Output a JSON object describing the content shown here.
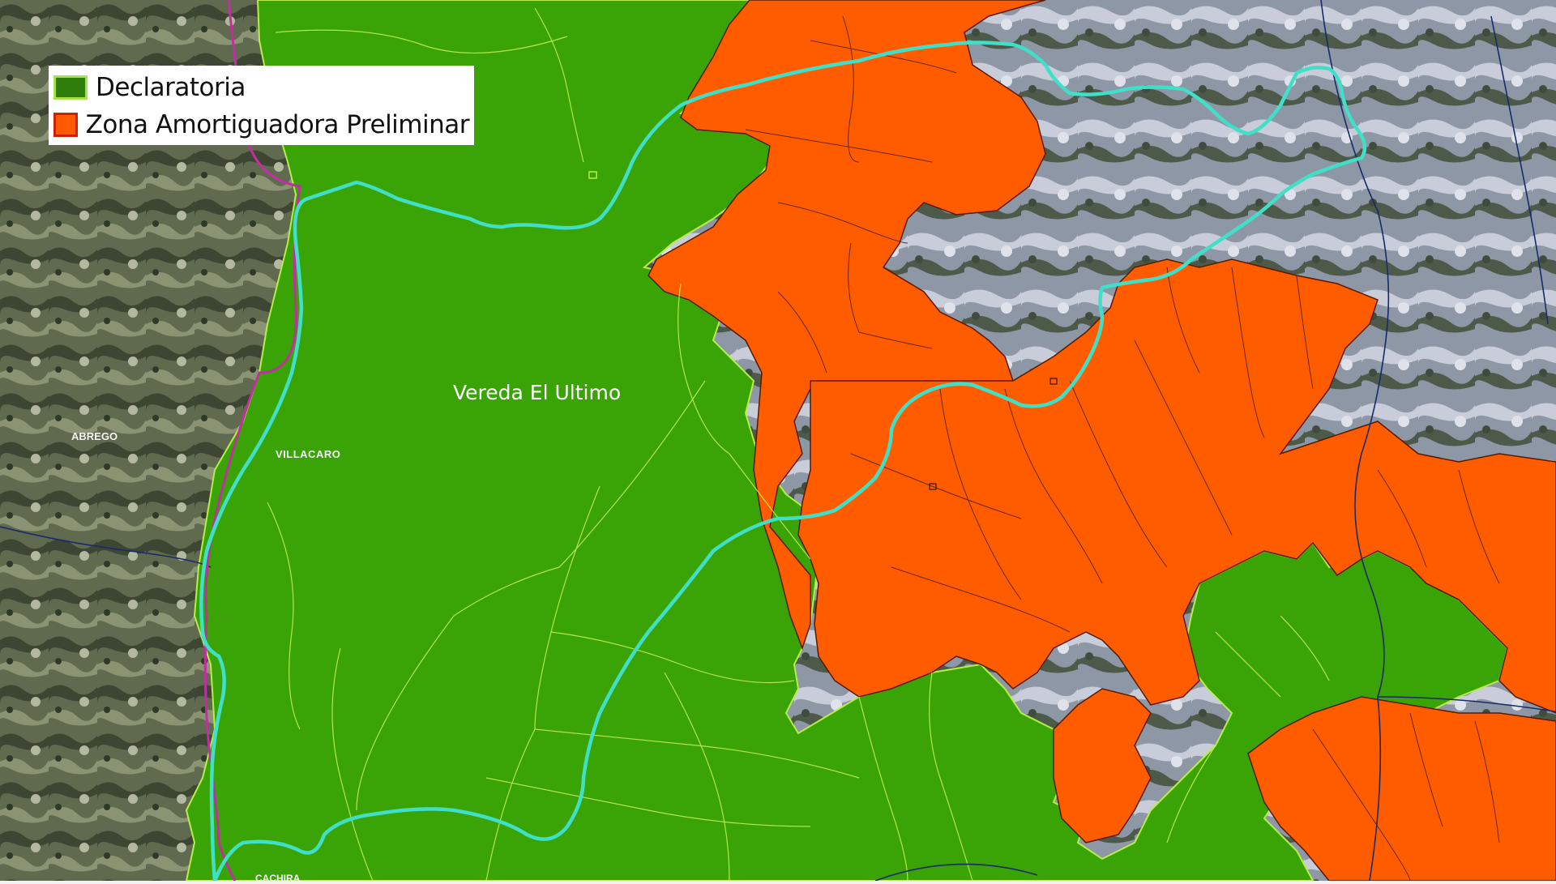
{
  "legend": {
    "items": [
      {
        "label": "Declaratoria",
        "fill": "#2f7d0a",
        "border": "#a6e04a"
      },
      {
        "label": "Zona Amortiguadora Preliminar",
        "fill": "#ff5a00",
        "border": "#cc2200"
      }
    ]
  },
  "labels": {
    "vereda": "Vereda  El Ultimo",
    "villacaro": "VILLACARO",
    "abrego": "ABREGO",
    "cachira": "CACHIRA"
  },
  "colors": {
    "declaratoria": "#3aa306",
    "amortiguadora": "#ff5c00",
    "parcel_lines_green": "#c9f25a",
    "parcel_lines_orange": "#3a1500",
    "route": "#40e0c8",
    "boundary": "#c030a0",
    "river": "#1a2a6a",
    "terrain_dark": "#3d4a33",
    "terrain_mid": "#7d8c6a",
    "terrain_light": "#c9cdd8"
  }
}
